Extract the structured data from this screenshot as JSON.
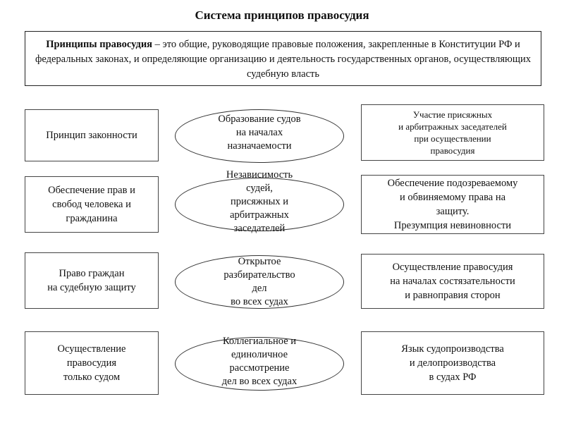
{
  "title": "Система принципов правосудия",
  "definition": {
    "term": "Принципы правосудия",
    "text": " – это общие, руководящие правовые положения, закрепленные в Конституции РФ и федеральных законах, и определяющие организацию и деятельность государственных органов, осуществляющих судебную власть"
  },
  "left": [
    "Принцип законности",
    "Обеспечение прав и\nсвобод человека и\nгражданина",
    "Право граждан\nна судебную защиту",
    "Осуществление\nправосудия\nтолько судом"
  ],
  "center": [
    "Образование судов\nна началах\nназначаемости",
    "Независимость\nсудей,\nприсяжных и\nарбитражных\nзаседателей",
    "Открытое\nразбирательство\nдел\nво всех судах",
    "Коллегиальное и\nединоличное\nрассмотрение\nдел во всех судах"
  ],
  "right": [
    "Участие присяжных\nи арбитражных заседателей\nпри осуществлении\nправосудия",
    "Обеспечение подозреваемому\nи обвиняемому права на\nзащиту.\nПрезумпция невиновности",
    "Осуществление правосудия\nна началах состязательности\nи равноправия сторон",
    "Язык судопроизводства\nи делопроизводства\nв судах РФ"
  ]
}
